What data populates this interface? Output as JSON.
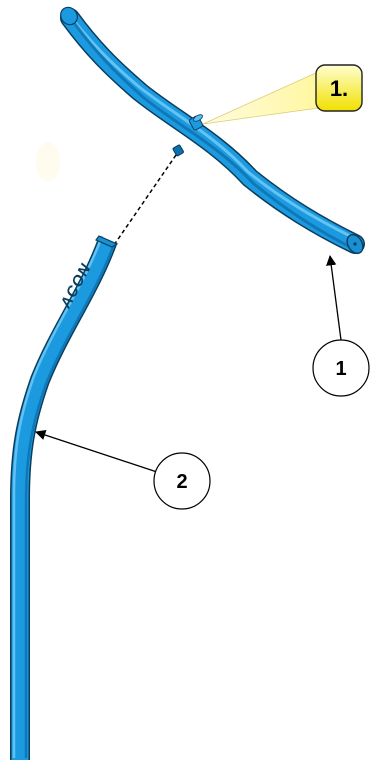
{
  "step_badge": {
    "label": "1."
  },
  "parts": [
    {
      "number": "1",
      "description_visible": false
    },
    {
      "number": "2",
      "description_visible": false
    }
  ],
  "brand_marking": "ACON",
  "colors": {
    "tube_fill": "#1c9ae0",
    "tube_highlight": "#59bff2",
    "tube_shadow": "#0d6fae",
    "outline": "#0a3e5e",
    "badge_fill_light": "#ffffc0",
    "badge_fill_dark": "#e8d800",
    "callout_glow": "#fffde0",
    "line": "#000000",
    "background": "#ffffff"
  },
  "icons": {
    "connector": "pin-connector-icon",
    "assembly_line": "dashed-assembly-line"
  }
}
